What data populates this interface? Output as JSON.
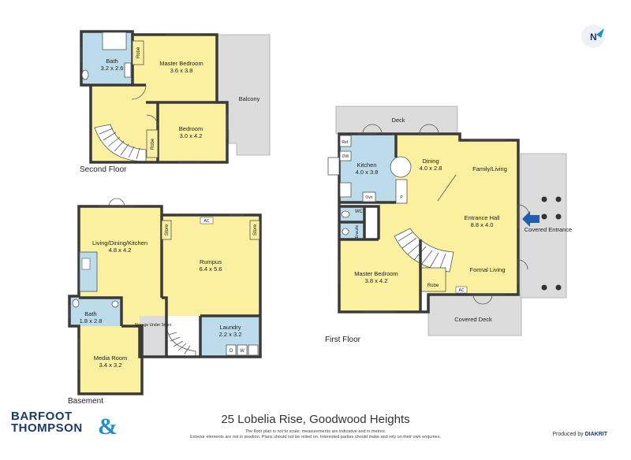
{
  "address": "25 Lobelia Rise, Goodwood Heights",
  "disclaimer": {
    "line1": "The floor plan is not to scale; measurements are indicative and in metres.",
    "line2": "Exterior elements are not in position. Plans should not be relied on. Interested parties should make and rely on their own enquiries."
  },
  "logo": {
    "line1": "BARFOOT",
    "line2": "THOMPSON",
    "amp": "&"
  },
  "credit": {
    "prefix": "Produced by",
    "brand": "DIAKRIT"
  },
  "compass": "N",
  "floors": {
    "second": "Second Floor",
    "basement": "Basement",
    "first": "First Floor"
  },
  "rooms": {
    "bath_top": {
      "name": "Bath",
      "size": "3.2 x 2.6"
    },
    "master_bedroom_top": {
      "name": "Master Bedroom",
      "size": "3.6 x 3.8"
    },
    "bedroom": {
      "name": "Bedroom",
      "size": "3.0 x 4.2"
    },
    "balcony": {
      "name": "Balcony"
    },
    "robe_a": {
      "name": "Robe"
    },
    "robe_b": {
      "name": "Robe"
    },
    "living_dining_kitchen": {
      "name": "Living/Dining/Kitchen",
      "size": "4.8 x 4.2"
    },
    "rumpus": {
      "name": "Rumpus",
      "size": "6.4 x 5.6"
    },
    "store_a": {
      "name": "Store"
    },
    "store_b": {
      "name": "Store"
    },
    "ac_a": {
      "name": "AC"
    },
    "bath_base": {
      "name": "Bath",
      "size": "1.8 x 2.8"
    },
    "media_room": {
      "name": "Media Room",
      "size": "3.4 x 3.2"
    },
    "storage_under_stairs": {
      "name": "Storage Under Stairs"
    },
    "laundry": {
      "name": "Laundry",
      "size": "2.2 x 3.2"
    },
    "dryer": {
      "name": "D"
    },
    "washer": {
      "name": "W"
    },
    "deck": {
      "name": "Deck"
    },
    "kitchen": {
      "name": "Kitchen",
      "size": "4.0 x 3.8"
    },
    "ref": {
      "name": "Ref."
    },
    "dw": {
      "name": "DW"
    },
    "oven": {
      "name": "Ovn"
    },
    "pantry": {
      "name": "P"
    },
    "dining": {
      "name": "Dining",
      "size": "4.0 x 2.8"
    },
    "family_living": {
      "name": "Family/Living"
    },
    "covered_entrance": {
      "name": "Covered Entrance"
    },
    "wc": {
      "name": "WC"
    },
    "ensuite": {
      "name": "Ensuite"
    },
    "entrance_hall": {
      "name": "Entrance Hall",
      "size": "8.8 x 4.0"
    },
    "master_bedroom_first": {
      "name": "Master Bedroom",
      "size": "3.8 x 4.2"
    },
    "robe_c": {
      "name": "Robe"
    },
    "formal_living": {
      "name": "Formal Living"
    },
    "ac_b": {
      "name": "AC"
    },
    "covered_deck": {
      "name": "Covered Deck"
    }
  },
  "colors": {
    "room_yellow": "#faf0a0",
    "room_blue": "#bcdcec",
    "deck_grey": "#dcdcdc",
    "wall": "#3a3a3a",
    "arrow": "#1f5fb0",
    "brand_navy": "#1b3a66",
    "brand_blue": "#1f8fcf"
  }
}
